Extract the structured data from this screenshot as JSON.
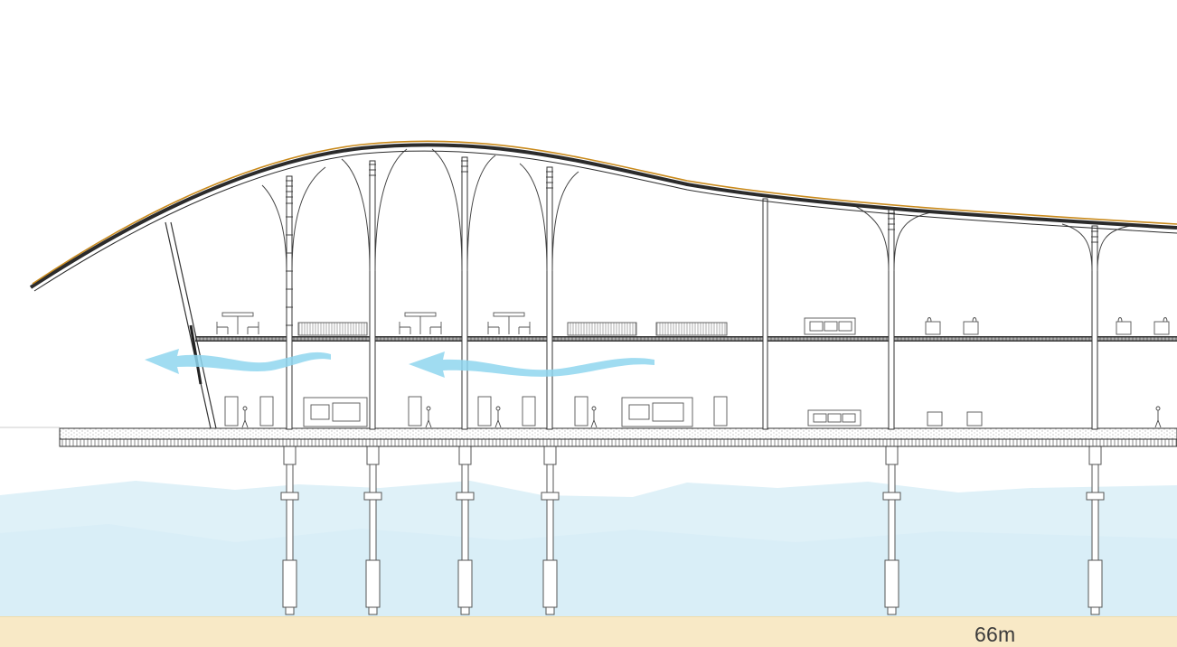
{
  "drawing": {
    "scale_label": "66m",
    "colors": {
      "water": "#dff1f8",
      "water_dark": "#cfe9f3",
      "ground": "#f8e9c6",
      "roof_accent": "#c98a1c",
      "airflow": "#8fd6ee",
      "line": "#2b2b2b"
    },
    "elements": [
      "wave-roof",
      "upper-floor-slab",
      "ground-floor-deck",
      "columns",
      "piles",
      "airflow-arrows",
      "furniture",
      "human-figures",
      "sea-water",
      "seabed"
    ]
  }
}
